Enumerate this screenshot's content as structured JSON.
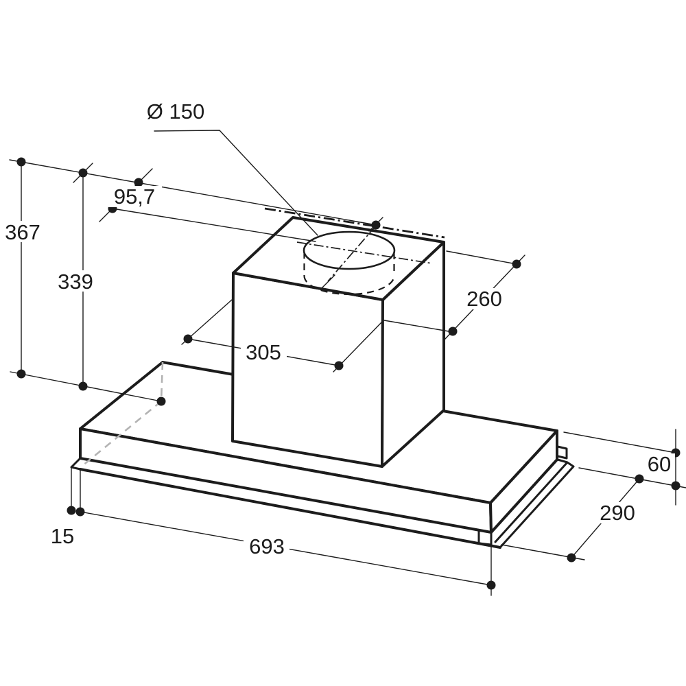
{
  "drawing": {
    "title": "Cooker hood dimensional drawing (isometric)",
    "units": "mm",
    "line_color": "#1c1c1c",
    "hidden_line_color": "#b3b3b3",
    "background_color": "#ffffff",
    "dimensions": {
      "duct_diameter": "Ø 150",
      "duct_center_offset": "95,7",
      "overall_height": "367",
      "chimney_height": "339",
      "chimney_width": "305",
      "chimney_depth": "260",
      "body_width": "693",
      "body_depth": "290",
      "body_height": "60",
      "flange_offset": "15"
    }
  }
}
